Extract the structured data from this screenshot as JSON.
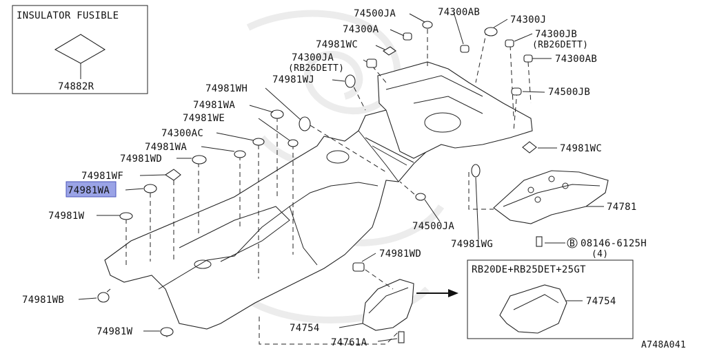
{
  "page_id": "A748A041",
  "inset_left": {
    "title": "INSULATOR FUSIBLE",
    "part": "74882R"
  },
  "inset_right": {
    "title": "RB20DE+RB25DET+25GT",
    "part": "74754"
  },
  "highlight_color": "#9aa3e6",
  "labels": {
    "l_74500JA_top": "74500JA",
    "l_74300AB_top": "74300AB",
    "l_74300J": "74300J",
    "l_74300A": "74300A",
    "l_74300JB": "74300JB",
    "l_74300JB_note": "(RB26DETT)",
    "l_74981WC_top": "74981WC",
    "l_74300JA": "74300JA",
    "l_74300JA_note": "(RB26DETT)",
    "l_74300AB_right": "74300AB",
    "l_74981WJ": "74981WJ",
    "l_74981WH": "74981WH",
    "l_74500JB": "74500JB",
    "l_74981WA_1": "74981WA",
    "l_74981WE": "74981WE",
    "l_74300AC": "74300AC",
    "l_74981WC_right": "74981WC",
    "l_74981WA_2": "74981WA",
    "l_74981WD_top": "74981WD",
    "l_74981WF": "74981WF",
    "l_74981WA_3_head": "74981W",
    "l_74981WA_3_tail": "A",
    "l_74781": "74781",
    "l_74981W_top": "74981W",
    "l_74500JA_mid": "74500JA",
    "l_74981WG": "74981WG",
    "l_bolt_code": "08146-6125H",
    "l_bolt_circle": "B",
    "l_bolt_qty": "(4)",
    "l_74981WD_bottom": "74981WD",
    "l_74981WB": "74981WB",
    "l_74754": "74754",
    "l_74761A": "74761A",
    "l_74981W_bottom": "74981W",
    "l_highlight_char": "W"
  }
}
